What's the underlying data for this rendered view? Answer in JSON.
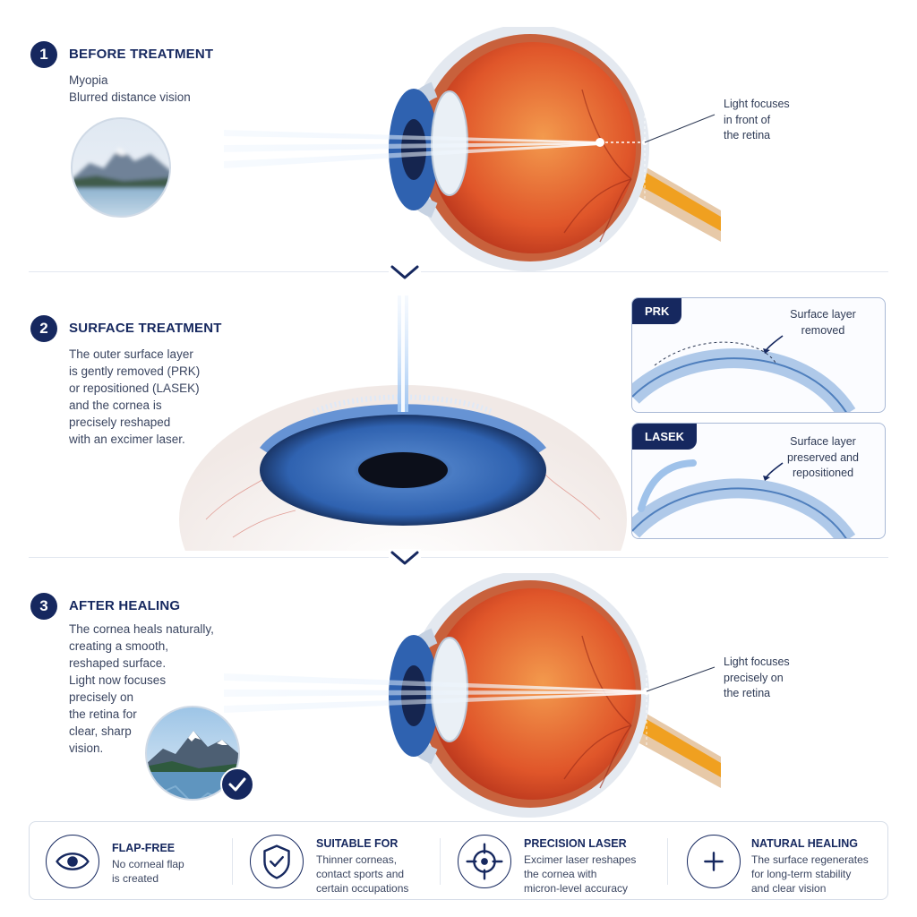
{
  "steps": [
    {
      "number": "1",
      "title": "BEFORE TREATMENT",
      "desc": [
        "Myopia",
        "Blurred distance vision"
      ],
      "callout": [
        "Light focuses",
        "in front of",
        "the retina"
      ]
    },
    {
      "number": "2",
      "title": "SURFACE TREATMENT",
      "desc": [
        "The outer surface layer",
        "is gently removed (PRK)",
        "or repositioned (LASEK)",
        "and the cornea is",
        "precisely reshaped",
        "with an excimer laser."
      ]
    },
    {
      "number": "3",
      "title": "AFTER HEALING",
      "desc": [
        "The cornea heals naturally,",
        "creating a smooth,",
        "reshaped surface.",
        "Light now focuses",
        "precisely on",
        "the retina for",
        "clear, sharp",
        "vision."
      ],
      "callout": [
        "Light focuses",
        "precisely on",
        "the retina"
      ]
    }
  ],
  "insets": [
    {
      "tag": "PRK",
      "text": [
        "Surface layer",
        "removed"
      ]
    },
    {
      "tag": "LASEK",
      "text": [
        "Surface layer",
        "preserved and",
        "repositioned"
      ]
    }
  ],
  "features": [
    {
      "icon": "eye-icon",
      "title": "FLAP-FREE",
      "desc": [
        "No corneal flap",
        "is created"
      ]
    },
    {
      "icon": "shield-check-icon",
      "title": "SUITABLE FOR",
      "desc": [
        "Thinner corneas,",
        "contact sports and",
        "certain occupations"
      ]
    },
    {
      "icon": "crosshair-icon",
      "title": "PRECISION LASER",
      "desc": [
        "Excimer laser reshapes",
        "the cornea with",
        "micron-level accuracy"
      ]
    },
    {
      "icon": "plus-circle-icon",
      "title": "NATURAL HEALING",
      "desc": [
        "The surface regenerates",
        "for long-term stability",
        "and clear vision"
      ]
    }
  ],
  "colors": {
    "navy": "#16285f",
    "eyeball": "#e0562a",
    "iris": "#2f62b0",
    "beam": "#bcd8f7"
  }
}
